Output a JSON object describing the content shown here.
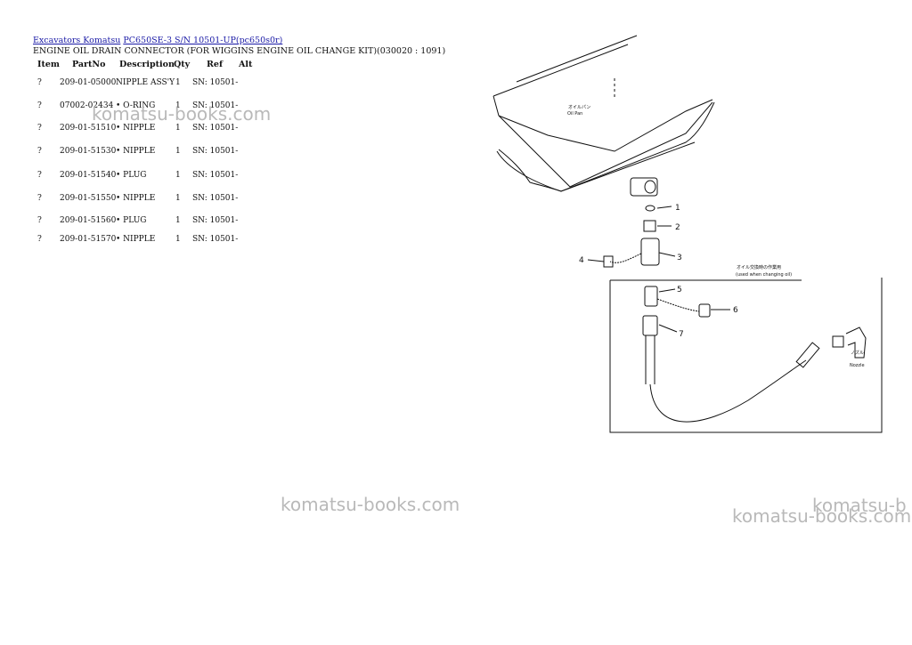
{
  "breadcrumb": {
    "link1": "Excavators Komatsu",
    "link2": "PC650SE-3 S/N 10501-UP(pc650s0r)"
  },
  "page_title": "ENGINE OIL DRAIN CONNECTOR (FOR WIGGINS ENGINE OIL CHANGE KIT)(030020 : 1091)",
  "table": {
    "headers": {
      "item": "Item",
      "partno": "PartNo",
      "description": "Description",
      "qty": "Qty",
      "ref": "Ref",
      "alt": "Alt"
    },
    "rows": [
      {
        "item": "?",
        "partno": "209-01-05000",
        "description": "NIPPLE ASS'Y",
        "qty": "1",
        "ref": "SN: 10501-"
      },
      {
        "item": "?",
        "partno": "07002-02434",
        "description": "• O-RING",
        "qty": "1",
        "ref": "SN: 10501-"
      },
      {
        "item": "?",
        "partno": "209-01-51510",
        "description": "• NIPPLE",
        "qty": "1",
        "ref": "SN: 10501-"
      },
      {
        "item": "?",
        "partno": "209-01-51530",
        "description": "• NIPPLE",
        "qty": "1",
        "ref": "SN: 10501-"
      },
      {
        "item": "?",
        "partno": "209-01-51540",
        "description": "• PLUG",
        "qty": "1",
        "ref": "SN: 10501-"
      },
      {
        "item": "?",
        "partno": "209-01-51550",
        "description": "• NIPPLE",
        "qty": "1",
        "ref": "SN: 10501-"
      },
      {
        "item": "?",
        "partno": "209-01-51560",
        "description": "• PLUG",
        "qty": "1",
        "ref": "SN: 10501-"
      },
      {
        "item": "?",
        "partno": "209-01-51570",
        "description": "• NIPPLE",
        "qty": "1",
        "ref": "SN: 10501-"
      }
    ]
  },
  "watermarks": [
    "komatsu-books.com",
    "komatsu-books.com",
    "komatsu-books.com",
    "komatsu-b"
  ],
  "diagram": {
    "oil_pan_jp": "オイルパン",
    "oil_pan_label": "Oil Pan",
    "inset_jp": "オイル交換時の作業用",
    "inset_label": "(used when changing oil)",
    "nozzle_jp": "ノズル",
    "nozzle_label": "Nozzle",
    "callouts": [
      "1",
      "2",
      "3",
      "4",
      "5",
      "6",
      "7"
    ]
  },
  "colors": {
    "link": "#1a1aa6",
    "watermark": "#b9b9b9",
    "text": "#111111"
  }
}
